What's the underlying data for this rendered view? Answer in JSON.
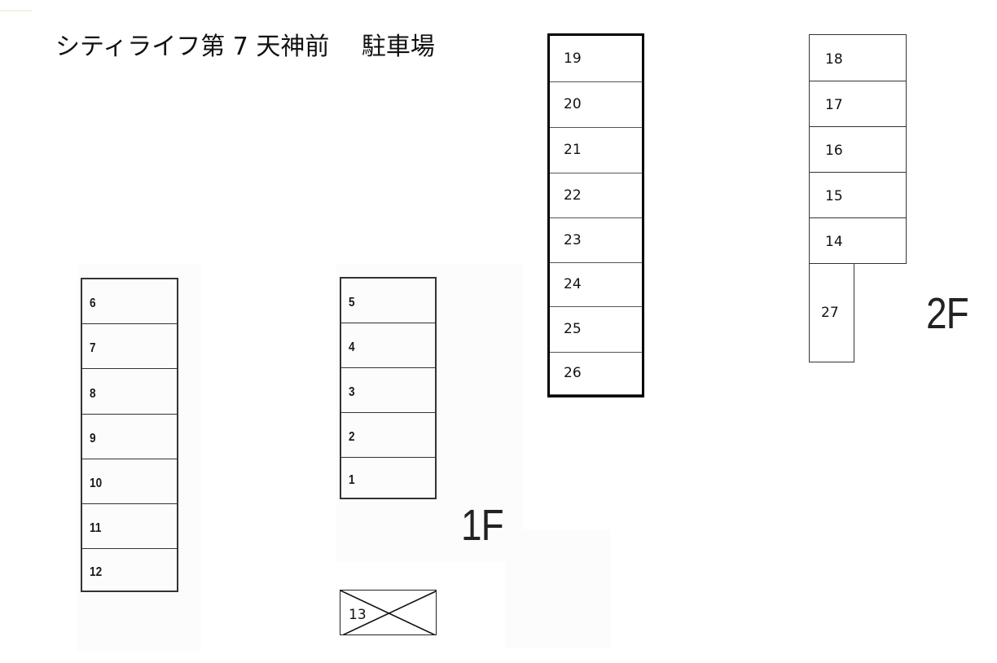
{
  "title": "シティライフ第 7 天神前　 駐車場",
  "floors": {
    "1F": {
      "label": "1F",
      "columns": [
        {
          "id": "left",
          "slots": [
            "6",
            "7",
            "8",
            "9",
            "10",
            "11",
            "12"
          ]
        },
        {
          "id": "middle",
          "slots": [
            "5",
            "4",
            "3",
            "2",
            "1"
          ]
        }
      ],
      "unavailable_slot": {
        "number": "13",
        "status": "crossed-out"
      }
    },
    "2F": {
      "label": "2F",
      "columns": [
        {
          "id": "center",
          "slots": [
            "19",
            "20",
            "21",
            "22",
            "23",
            "24",
            "25",
            "26"
          ]
        },
        {
          "id": "right",
          "slots": [
            "18",
            "17",
            "16",
            "15",
            "14"
          ]
        }
      ],
      "extra_slot": {
        "number": "27"
      }
    }
  },
  "colors": {
    "line": "#333333",
    "bold_line": "#000000",
    "background": "#ffffff"
  }
}
